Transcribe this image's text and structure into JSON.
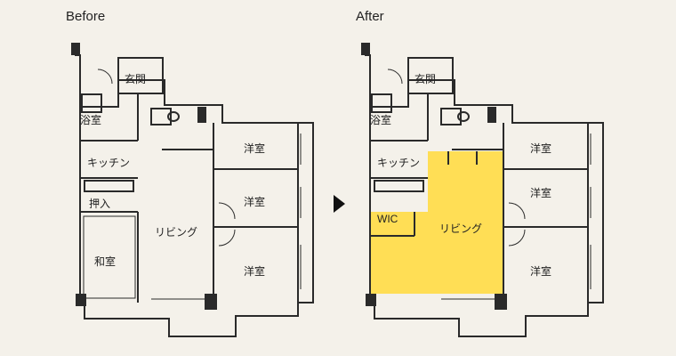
{
  "captions": {
    "before": "Before",
    "after": "After"
  },
  "colors": {
    "highlight": "#ffde55",
    "wall": "#2a2a2a",
    "background": "#f4f1ea"
  },
  "before": {
    "entrance": "玄関",
    "bath": "浴室",
    "kitchen": "キッチン",
    "closet": "押入",
    "japanese_room": "和室",
    "living": "リビング",
    "western_1": "洋室",
    "western_2": "洋室",
    "western_3": "洋室"
  },
  "after": {
    "entrance": "玄関",
    "bath": "浴室",
    "kitchen": "キッチン",
    "wic": "WIC",
    "living": "リビング",
    "western_1": "洋室",
    "western_2": "洋室",
    "western_3": "洋室"
  },
  "icons": {
    "arrow": "right-triangle-arrow"
  }
}
